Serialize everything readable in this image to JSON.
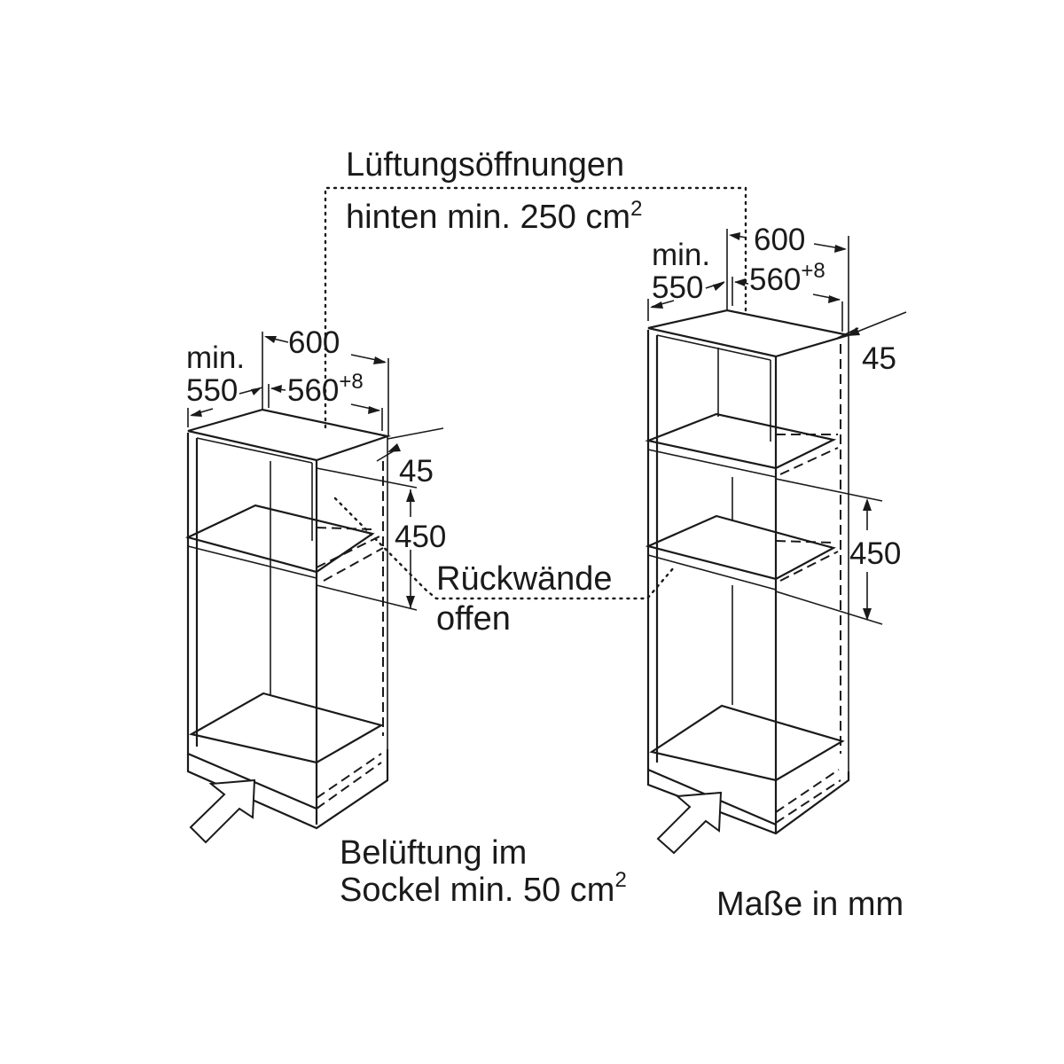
{
  "labels": {
    "vent_top_line1": "Lüftungsöffnungen",
    "vent_top_line2": "hinten min. 250 cm",
    "vent_top_sup": "2",
    "back_line1": "Rückwände",
    "back_line2": "offen",
    "vent_bottom_line1": "Belüftung im",
    "vent_bottom_line2": "Sockel min. 50 cm",
    "vent_bottom_sup": "2",
    "units": "Maße in mm"
  },
  "left_cabinet": {
    "width_outer": "600",
    "width_inner": "560",
    "width_inner_tol": "+8",
    "depth_min_word": "min.",
    "depth_min_value": "550",
    "offset": "45",
    "niche_height": "450"
  },
  "right_cabinet": {
    "width_outer": "600",
    "width_inner": "560",
    "width_inner_tol": "+8",
    "depth_min_word": "min.",
    "depth_min_value": "550",
    "offset": "45",
    "niche_height": "450"
  }
}
